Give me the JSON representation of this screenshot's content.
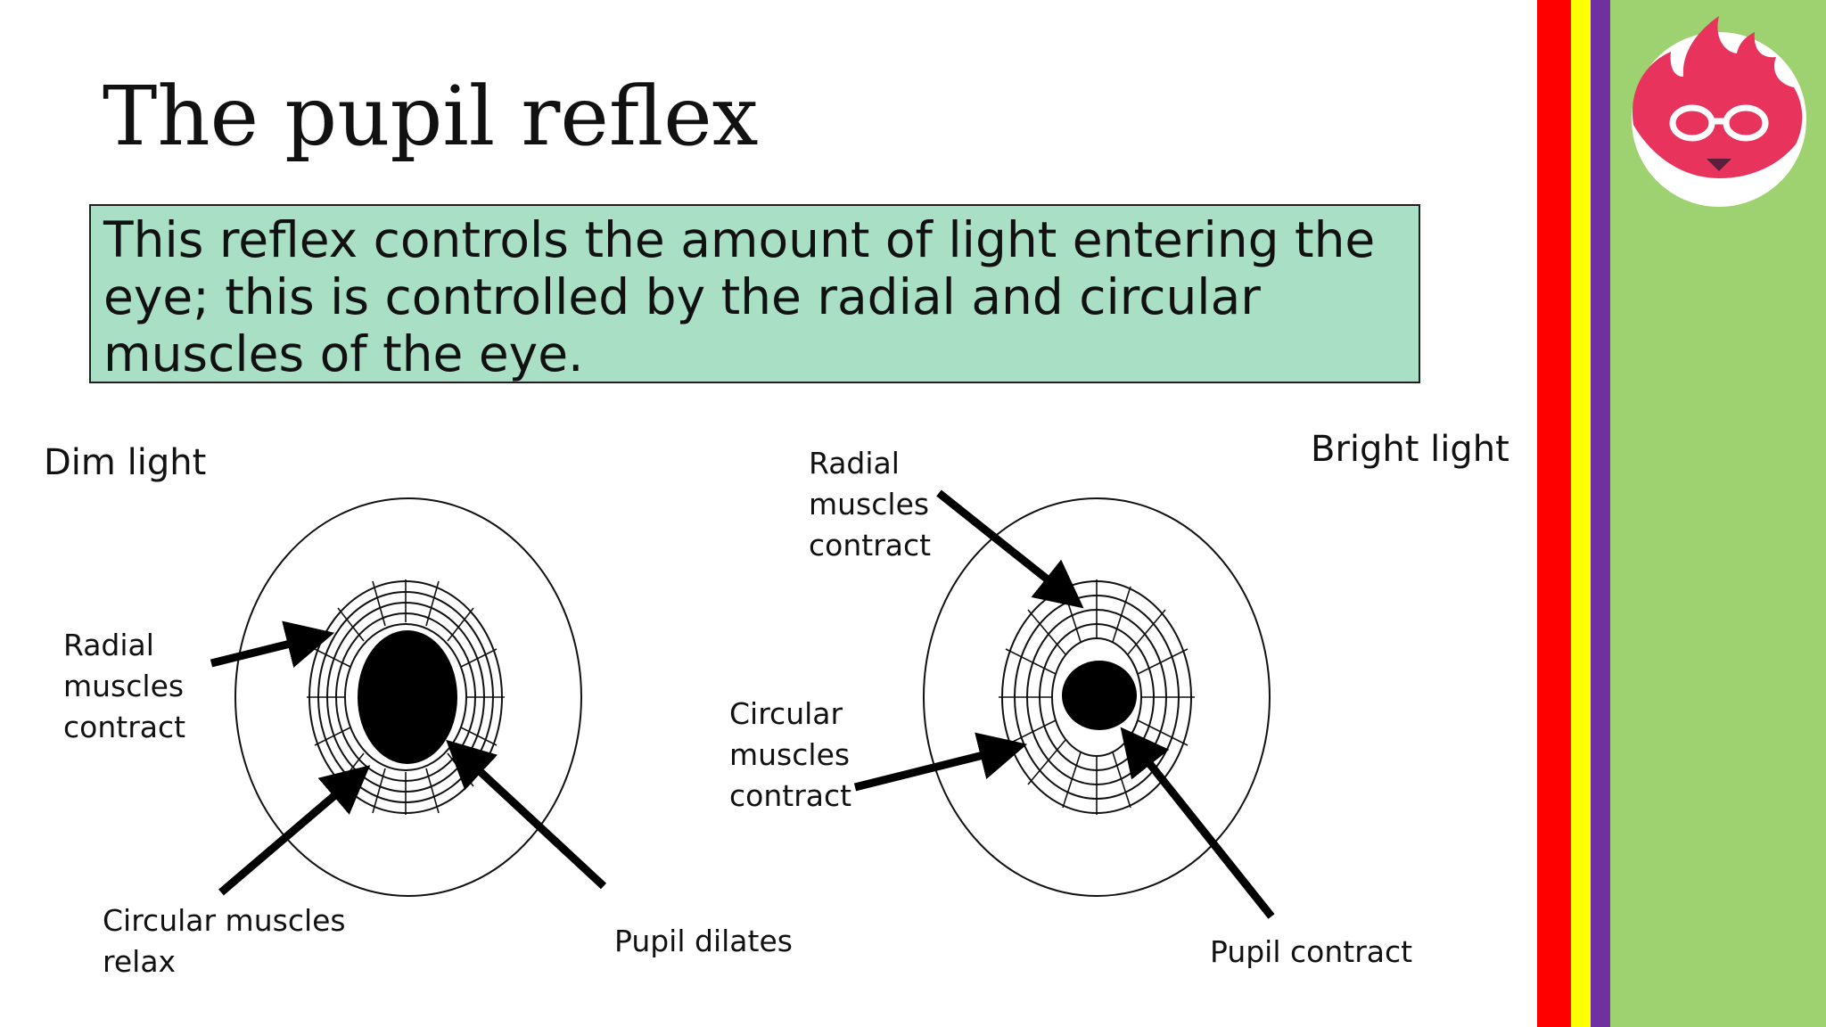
{
  "title": "The pupil reflex",
  "intro": "This reflex controls the amount of light entering the eye; this is controlled by the radial and circular muscles of the eye.",
  "dim": {
    "heading": "Dim light",
    "radial_label": "Radial\nmuscles\ncontract",
    "circular_label": "Circular muscles\nrelax",
    "pupil_label": "Pupil dilates"
  },
  "bright": {
    "heading": "Bright light",
    "radial_label": "Radial\nmuscles\ncontract",
    "circular_label": "Circular\nmuscles\ncontract",
    "pupil_label": "Pupil contract"
  },
  "colors": {
    "box_fill": "#a9e0c5",
    "stripe_red": "#ff0000",
    "stripe_yellow": "#ffff00",
    "stripe_purple": "#7030a0",
    "side_green": "#9ed16f",
    "logo_pink": "#e8345c"
  },
  "icons": [
    "mascot-logo-icon"
  ]
}
